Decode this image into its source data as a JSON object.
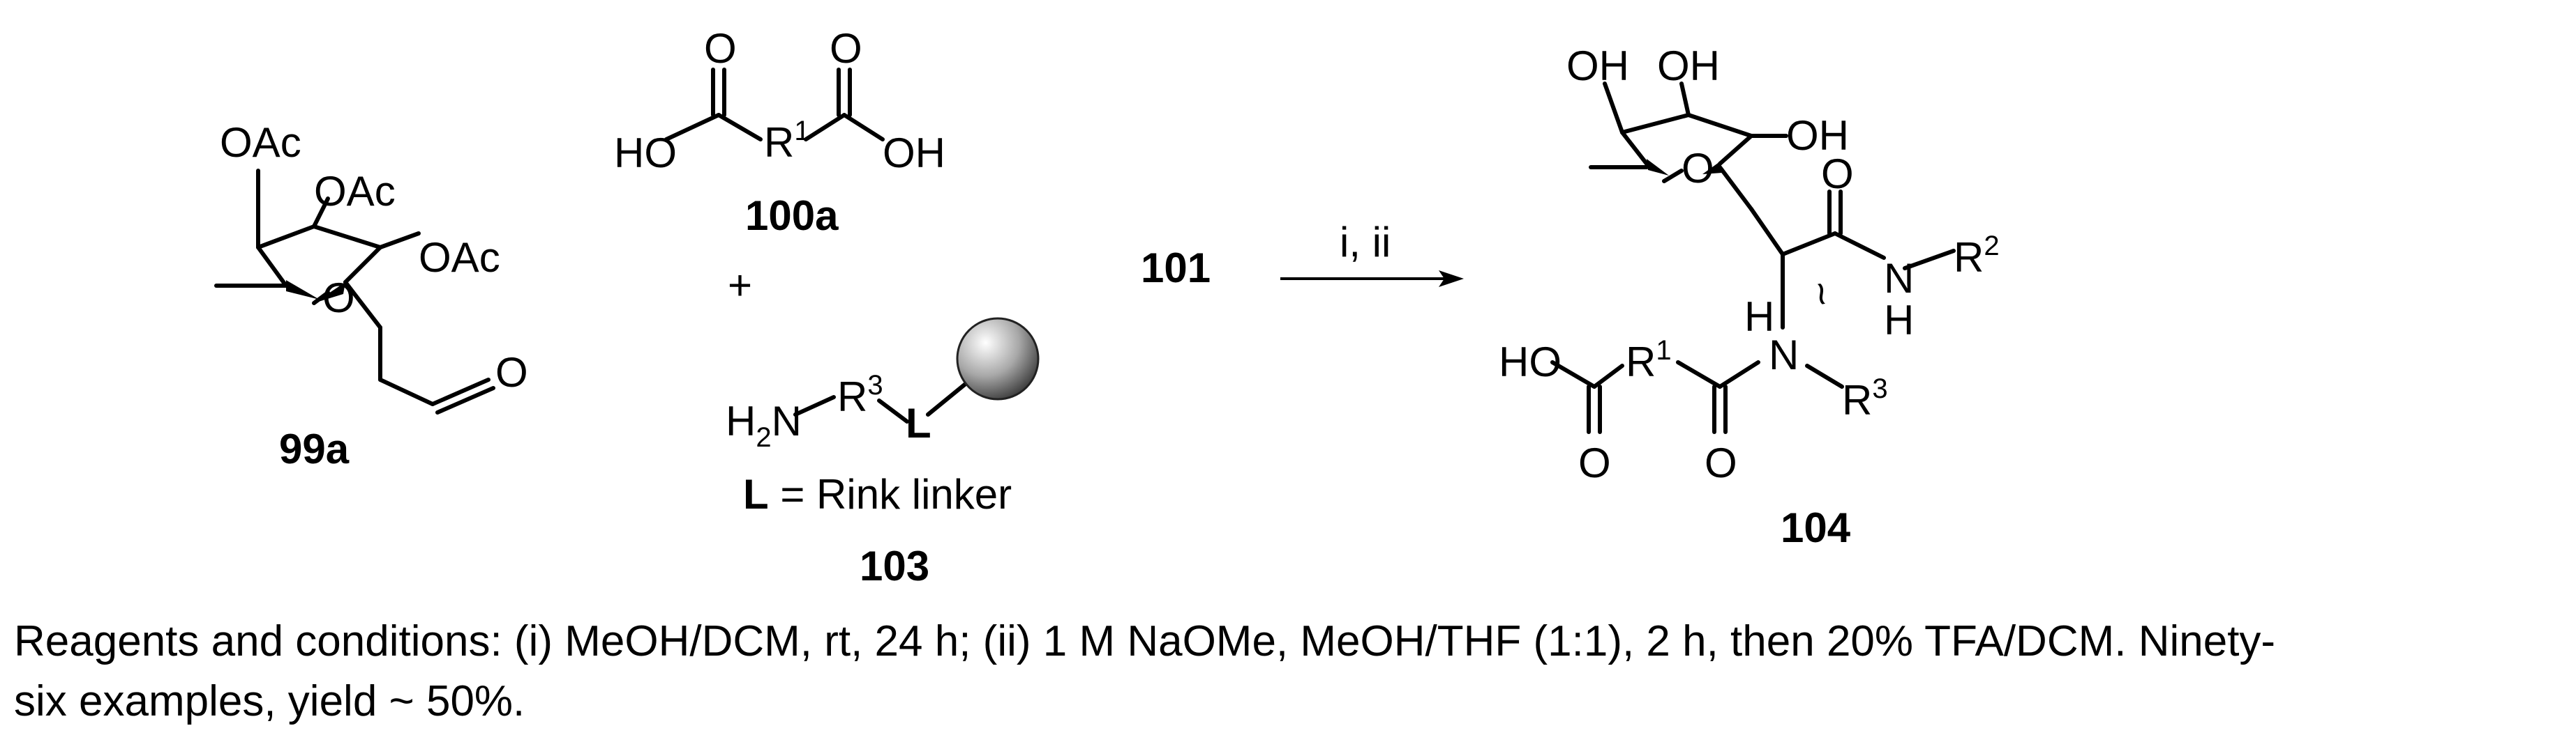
{
  "compounds": {
    "c99a": {
      "id": "99a",
      "oac": "OAc",
      "o": "O"
    },
    "c100a": {
      "id": "100a",
      "ho": "HO",
      "oh": "OH",
      "o": "O",
      "r": "R",
      "r_sup": "1"
    },
    "plus": "+",
    "c103": {
      "id": "103",
      "h": "H",
      "h_sub": "2",
      "n": "N",
      "r": "R",
      "r_sup": "3",
      "l": "L",
      "note_bold": "L",
      "note_rest": " = Rink linker"
    },
    "c101": {
      "id": "101"
    },
    "c104": {
      "id": "104",
      "oh": "OH",
      "ho": "HO",
      "o": "O",
      "n": "N",
      "h": "H",
      "r1": "R",
      "r1_sup": "1",
      "r2": "R",
      "r2_sup": "2",
      "r3": "R",
      "r3_sup": "3",
      "wavy": "~"
    }
  },
  "arrow": {
    "conditions": "i, ii"
  },
  "caption": {
    "line1": "Reagents and conditions: (i) MeOH/DCM, rt, 24 h; (ii) 1 M NaOMe, MeOH/THF (1:1), 2 h, then 20% TFA/DCM. Ninety-",
    "line2": "six examples, yield ~ 50%."
  },
  "colors": {
    "ink": "#000000",
    "background": "#ffffff",
    "resin_light": "#ffffff",
    "resin_dark": "#4a4a4a"
  }
}
